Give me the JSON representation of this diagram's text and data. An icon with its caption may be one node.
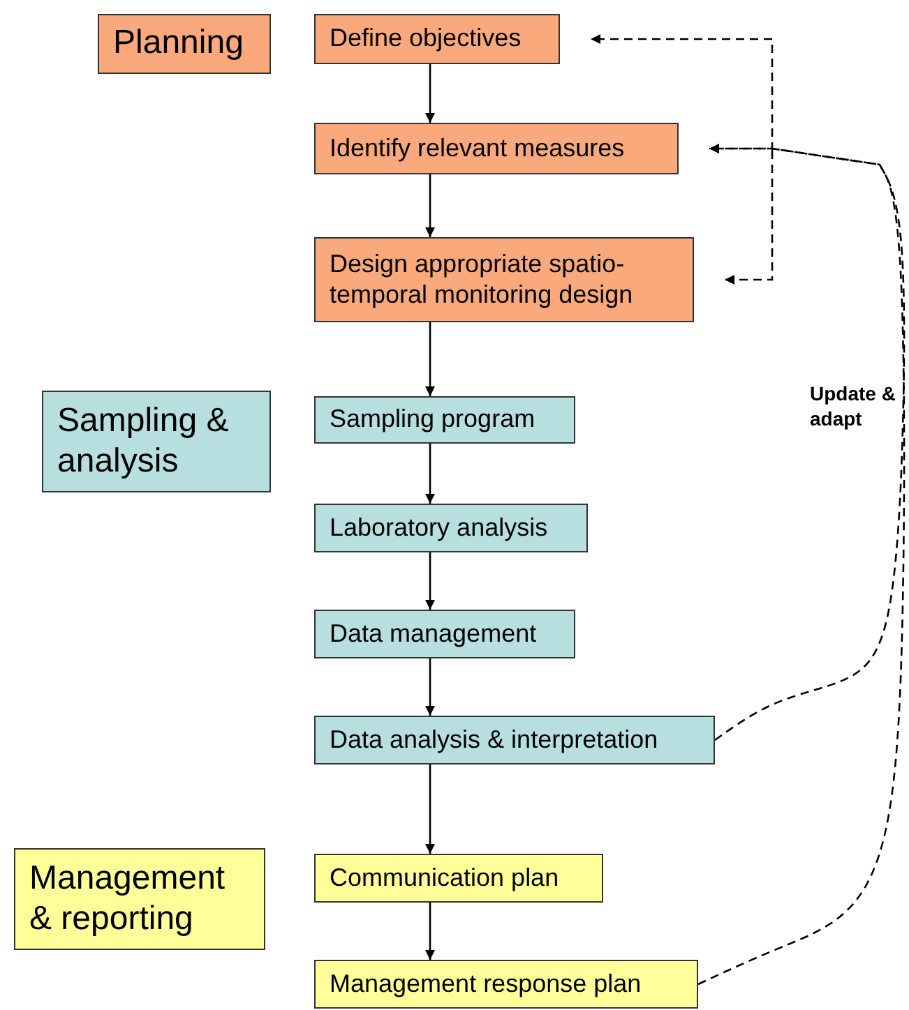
{
  "diagram": {
    "nodes": [
      {
        "text": [
          "Planning"
        ]
      },
      {
        "text": [
          "Define objectives"
        ]
      },
      {
        "text": [
          "Identify relevant measures"
        ]
      },
      {
        "text": [
          "Design appropriate spatio-temporal monitoring design"
        ]
      },
      {
        "text": [
          "Sampling & analysis"
        ]
      },
      {
        "text": [
          "Sampling program"
        ]
      },
      {
        "text": [
          "Laboratory analysis"
        ]
      },
      {
        "text": [
          "Data management"
        ]
      },
      {
        "text": [
          "Data analysis & interpretation"
        ]
      },
      {
        "text": [
          "Management & reporting"
        ]
      },
      {
        "text": [
          "Communication plan"
        ]
      },
      {
        "text": [
          "Management response plan"
        ]
      }
    ],
    "edges": [
      {
        "from": 1,
        "to": 2,
        "arrow": "to"
      },
      {
        "from": 2,
        "to": 3,
        "arrow": "to"
      },
      {
        "from": 3,
        "to": 5,
        "arrow": "to"
      },
      {
        "from": 5,
        "to": 6,
        "arrow": "to"
      },
      {
        "from": 6,
        "to": 7,
        "arrow": "to"
      },
      {
        "from": 7,
        "to": 8,
        "arrow": "to"
      },
      {
        "from": 8,
        "to": 10,
        "arrow": "to"
      },
      {
        "from": 10,
        "to": 11,
        "arrow": "to"
      },
      {
        "from": 8,
        "to": 2,
        "arrow": "to",
        "style": "dashed"
      },
      {
        "from": 11,
        "to": 2,
        "arrow": "to",
        "style": "dashed"
      },
      {
        "from": null,
        "to": 1,
        "arrow": "to",
        "style": "dashed"
      },
      {
        "from": null,
        "to": 3,
        "arrow": "to",
        "style": "dashed"
      }
    ],
    "labels": [
      "Update & adapt"
    ]
  }
}
